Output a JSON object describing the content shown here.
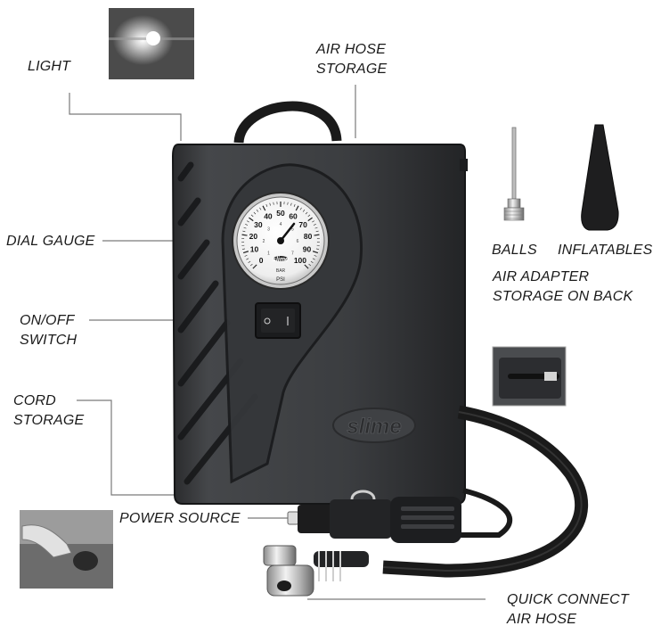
{
  "callouts": {
    "light": [
      "LIGHT"
    ],
    "air_hose_storage": [
      "AIR HOSE",
      "STORAGE"
    ],
    "dial_gauge": [
      "DIAL GAUGE"
    ],
    "on_off_switch": [
      "ON/OFF",
      "SWITCH"
    ],
    "cord_storage": [
      "CORD",
      "STORAGE"
    ],
    "power_source": [
      "POWER SOURCE"
    ],
    "quick_connect": [
      "QUICK CONNECT",
      "AIR HOSE"
    ],
    "balls": "BALLS",
    "inflatables": "INFLATABLES",
    "air_adapter": [
      "AIR ADAPTER",
      "STORAGE ON BACK"
    ]
  },
  "gauge": {
    "outer_ticks": [
      "0",
      "10",
      "20",
      "30",
      "40",
      "50",
      "60",
      "70",
      "80",
      "90",
      "100"
    ],
    "inner_ticks": [
      "1",
      "2",
      "3",
      "4",
      "5",
      "6",
      "7"
    ],
    "brand": "slime",
    "unit": "PSI",
    "sub_unit": "BAR"
  },
  "body_logo": "slime",
  "colors": {
    "body": "#3a3c3e",
    "body_dark": "#1f2022",
    "text": "#1a1a1a",
    "leader_line": "#7a7a7a"
  }
}
